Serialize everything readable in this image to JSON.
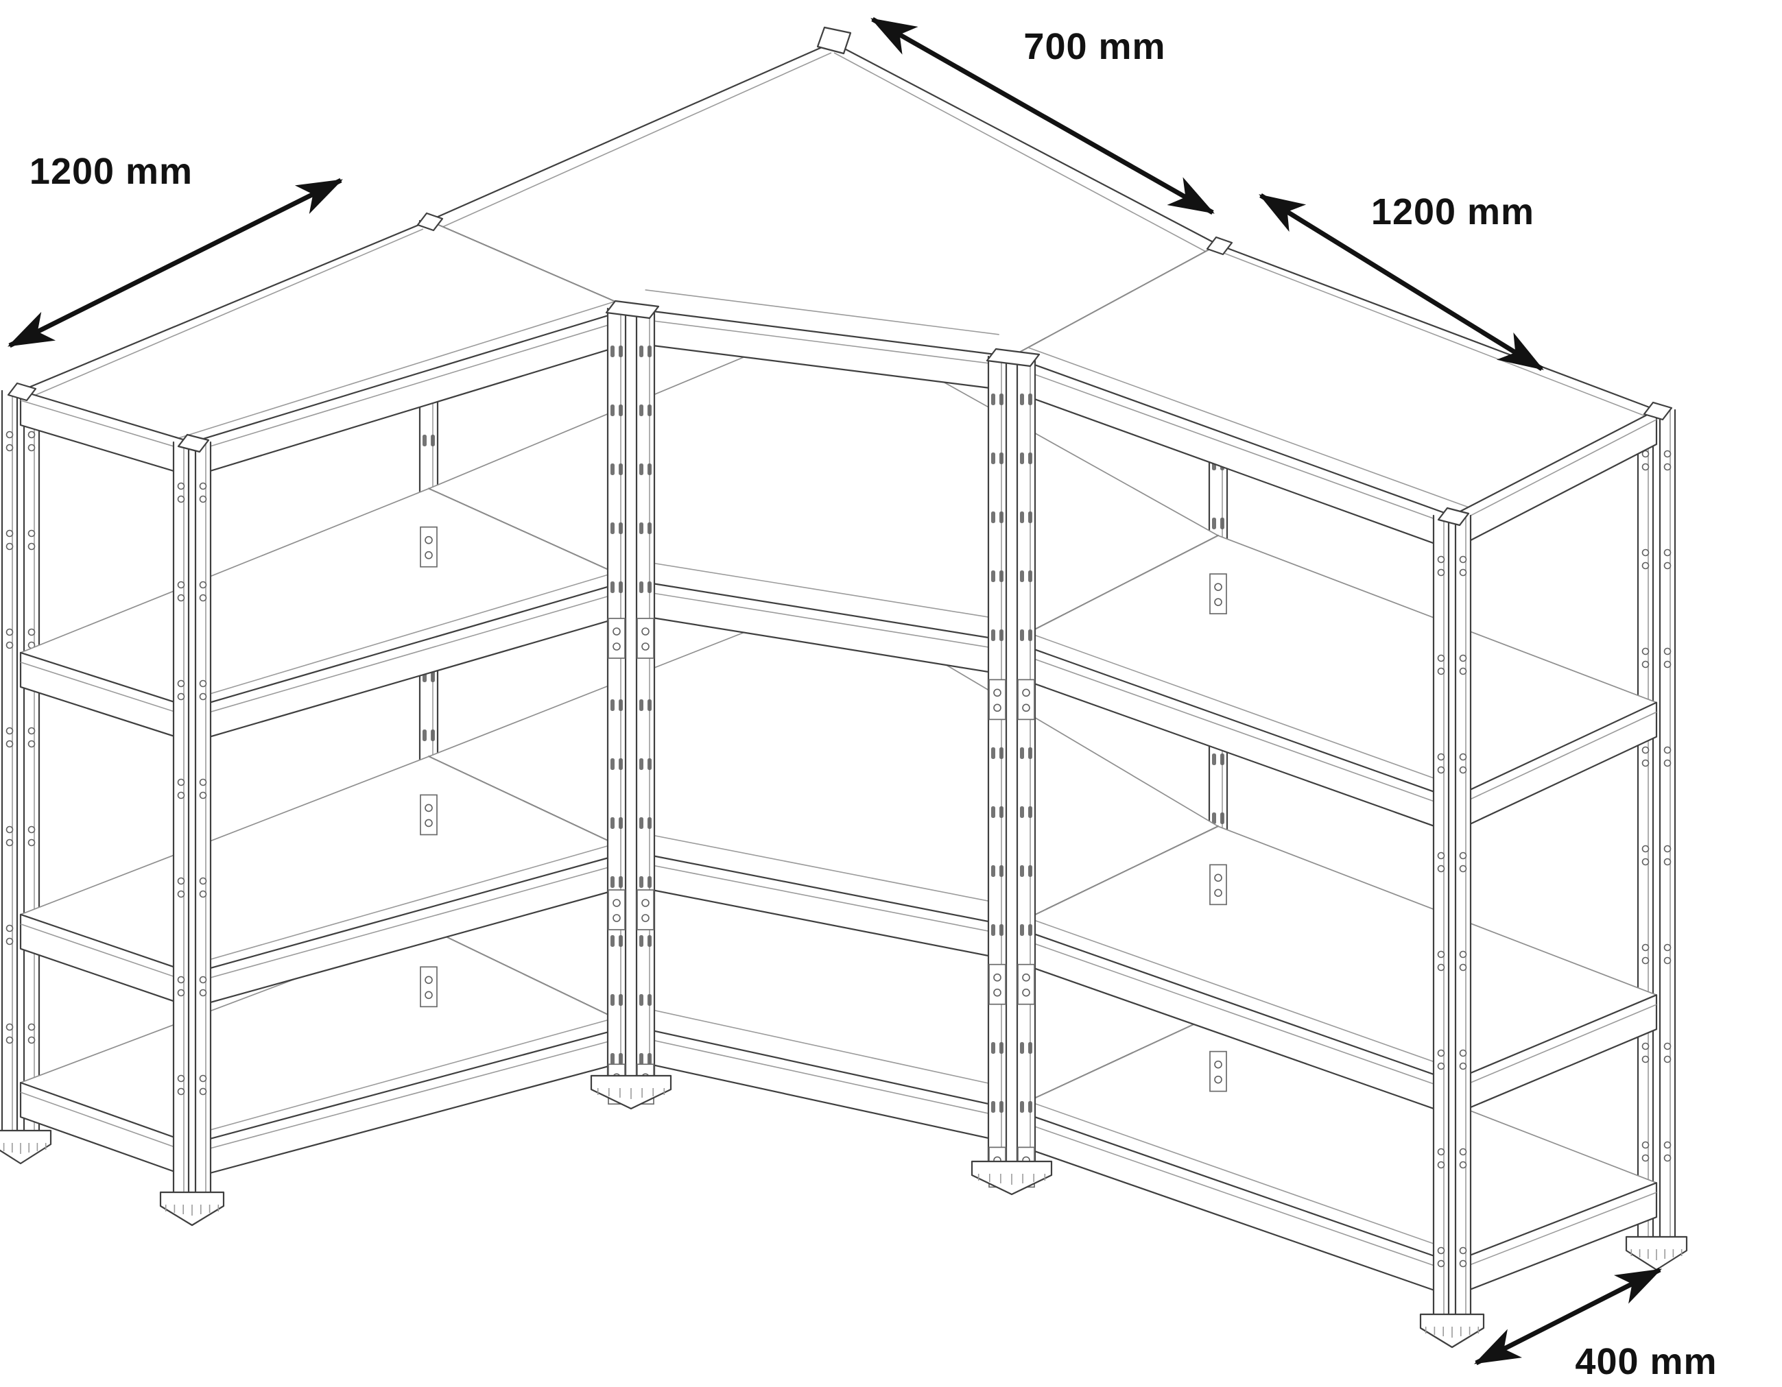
{
  "diagram": {
    "subject": "corner shelving unit technical line drawing",
    "background_color": "#ffffff",
    "line_color": "#3f3f3f",
    "faint_line_color": "#9b9b9b",
    "annotation_color": "#121212",
    "shelf_levels": 4
  },
  "dimensions": {
    "left_bay_length": {
      "label": "1200 mm",
      "value": 1200,
      "unit": "mm"
    },
    "corner_front_width": {
      "label": "700 mm",
      "value": 700,
      "unit": "mm"
    },
    "right_bay_length": {
      "label": "1200 mm",
      "value": 1200,
      "unit": "mm"
    },
    "bay_depth": {
      "label": "400 mm",
      "value": 400,
      "unit": "mm"
    }
  }
}
